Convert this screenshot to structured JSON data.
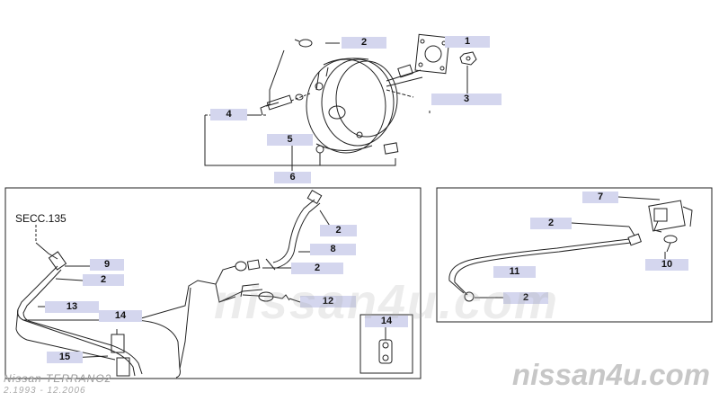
{
  "section_ref": "SECC.135",
  "watermark": "nissan4u.com",
  "footer": {
    "model": "Nissan TERRANO2",
    "range": "2.1993 - 12.2006"
  },
  "callouts": {
    "c1": "1",
    "c2a": "2",
    "c3": "3",
    "c4": "4",
    "c5": "5",
    "c6": "6",
    "c7": "7",
    "c2b": "2",
    "c11": "11",
    "c2c": "2",
    "c10": "10",
    "c2d": "2",
    "c8": "8",
    "c2e": "2",
    "c12": "12",
    "c9": "9",
    "c2f": "2",
    "c13": "13",
    "c14a": "14",
    "c15": "15",
    "c14b": "14"
  },
  "colors": {
    "label_bg": "#d4d6ee",
    "line": "#222222",
    "watermark": "#c7c7c7"
  }
}
